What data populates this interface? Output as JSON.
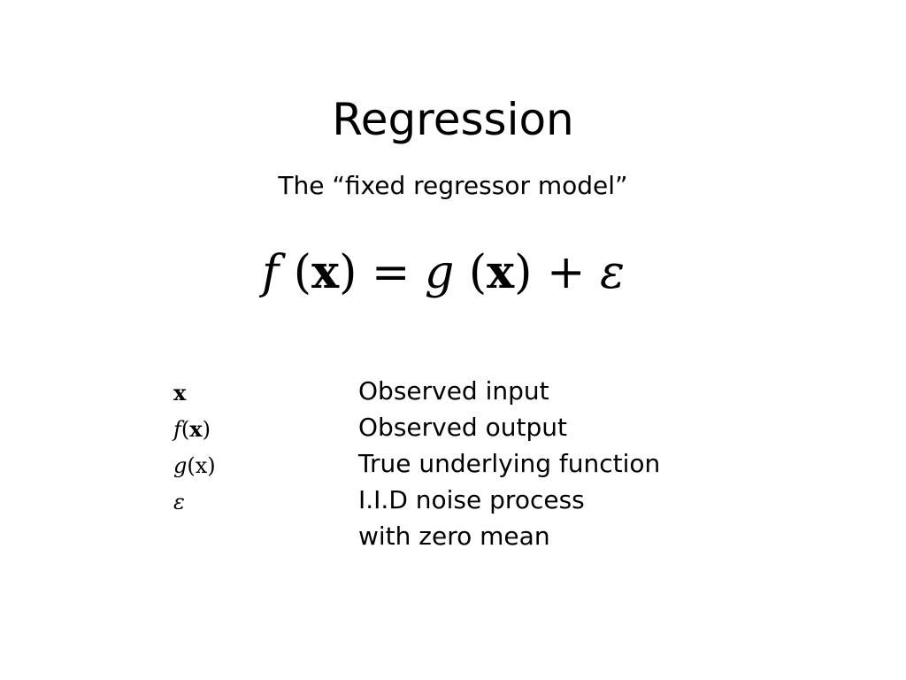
{
  "slide": {
    "title": "Regression",
    "subtitle": "The “fixed regressor model”",
    "equation": {
      "lhs_func": "f",
      "lhs_open": " (",
      "lhs_var": "x",
      "lhs_close": ")",
      "equals": " = ",
      "rhs_func": "g",
      "rhs_open": " (",
      "rhs_var": "x",
      "rhs_close": ")",
      "plus": " + ",
      "noise": "ε"
    },
    "definitions": [
      {
        "symbol_main": "x",
        "symbol_open": "",
        "symbol_arg": "",
        "symbol_close": "",
        "text": "Observed input"
      },
      {
        "symbol_main": "f",
        "symbol_open": "(",
        "symbol_arg": "x",
        "symbol_close": ")",
        "text": "Observed output"
      },
      {
        "symbol_main": "g",
        "symbol_open": "(",
        "symbol_arg": "x",
        "symbol_close": ")",
        "text": "True underlying function"
      },
      {
        "symbol_main": "ε",
        "symbol_open": "",
        "symbol_arg": "",
        "symbol_close": "",
        "text": "I.I.D noise process"
      },
      {
        "symbol_main": "",
        "symbol_open": "",
        "symbol_arg": "",
        "symbol_close": "",
        "text": "with zero mean"
      }
    ]
  }
}
